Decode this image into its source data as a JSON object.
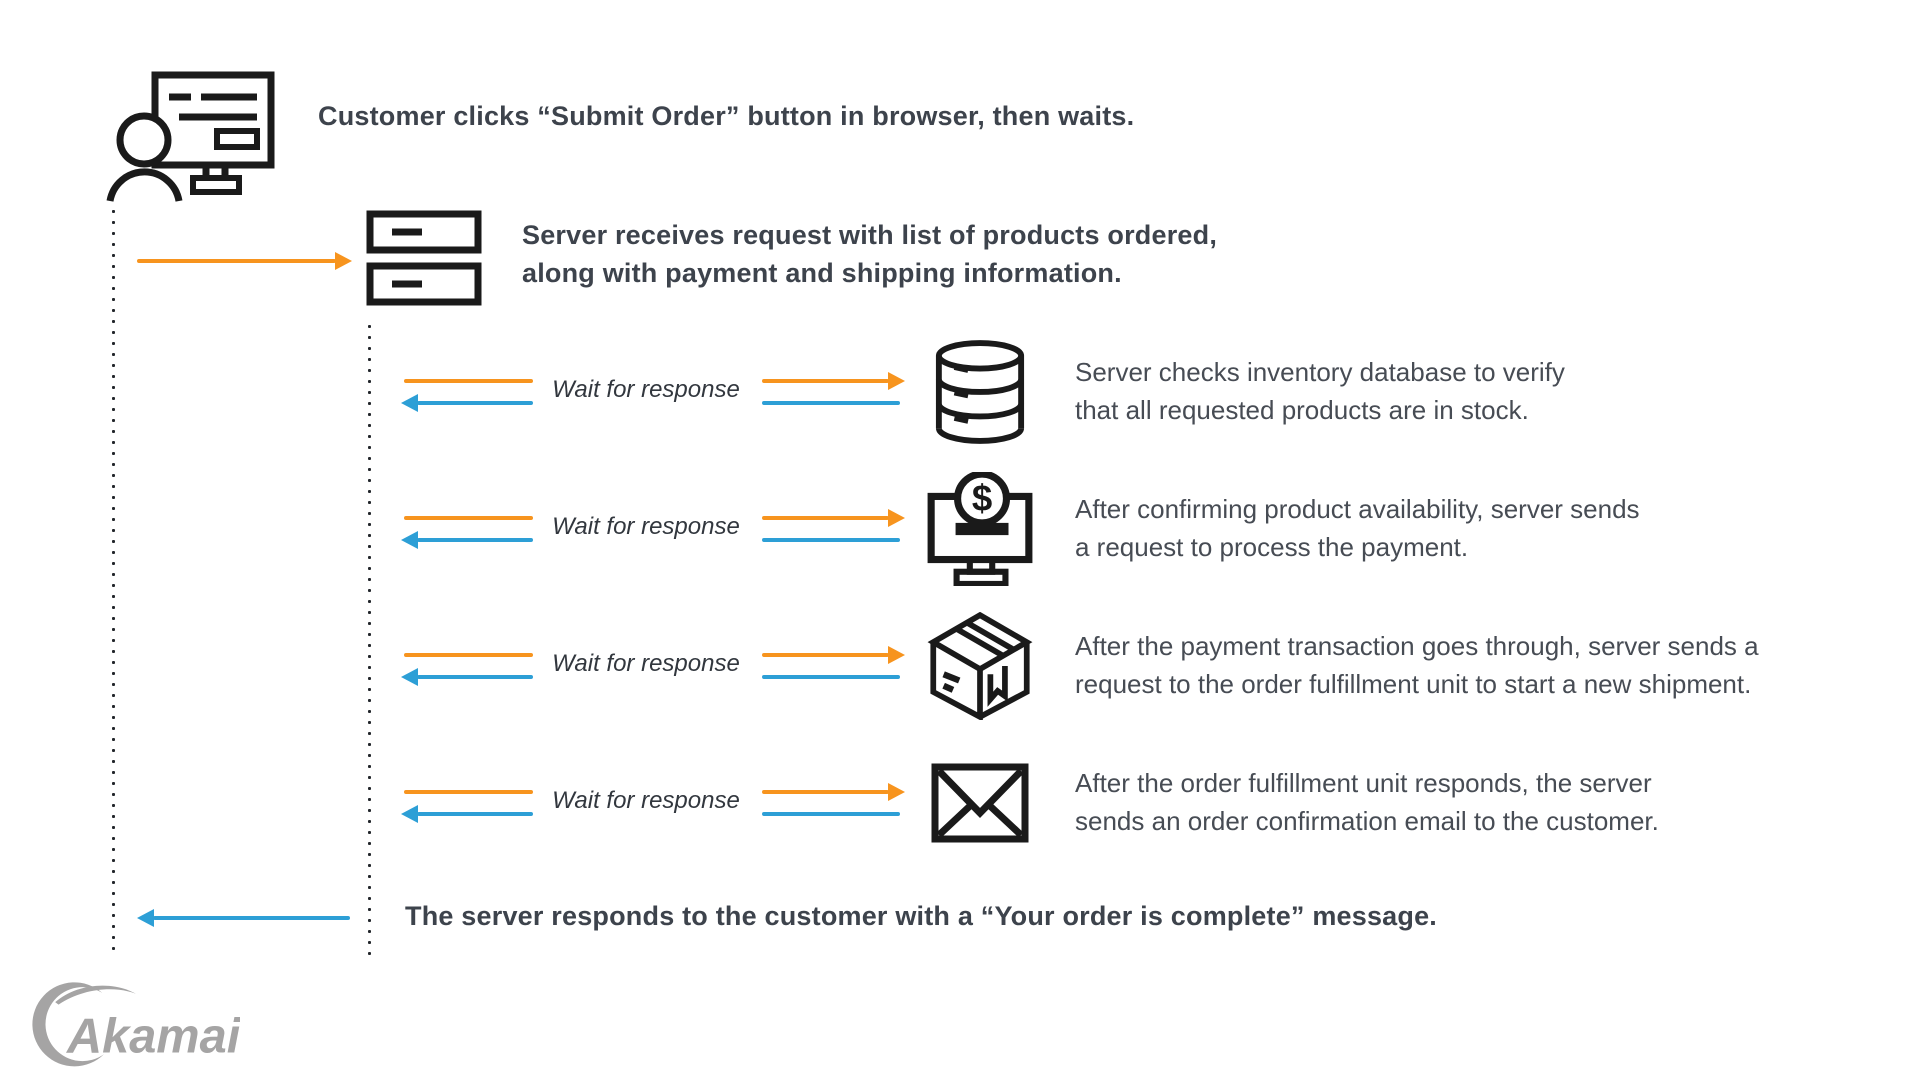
{
  "colors": {
    "request_orange": "#f7941e",
    "response_blue": "#2d9fd6",
    "caption_text": "#3d434c",
    "description_text": "#474c54",
    "icon_stroke": "#1a1a1a",
    "logo_gray": "#a5a4a4"
  },
  "customer": {
    "icon": "customer-at-computer-icon",
    "caption": "Customer clicks “Submit Order” button in browser, then waits."
  },
  "server": {
    "icon": "server-icon",
    "caption_line1": "Server receives request with list of products ordered,",
    "caption_line2": "along with payment and shipping information."
  },
  "steps": [
    {
      "wait_label": "Wait for response",
      "icon": "database-icon",
      "line1": "Server checks inventory database to verify",
      "line2": "that all requested products are in stock."
    },
    {
      "wait_label": "Wait for response",
      "icon": "payment-icon",
      "line1": "After confirming product availability, server sends",
      "line2": "a request to process the payment."
    },
    {
      "wait_label": "Wait for response",
      "icon": "package-icon",
      "line1": "After the payment transaction goes through, server sends a",
      "line2": "request to the order fulfillment unit to start a new shipment."
    },
    {
      "wait_label": "Wait for response",
      "icon": "email-icon",
      "line1": "After the order fulfillment unit responds, the server",
      "line2": "sends an order confirmation email to the customer."
    }
  ],
  "final": {
    "caption": "The server responds to the customer with a “Your order is complete” message."
  },
  "icons": {
    "dollar": "$"
  },
  "logo": {
    "text": "Akamai"
  }
}
